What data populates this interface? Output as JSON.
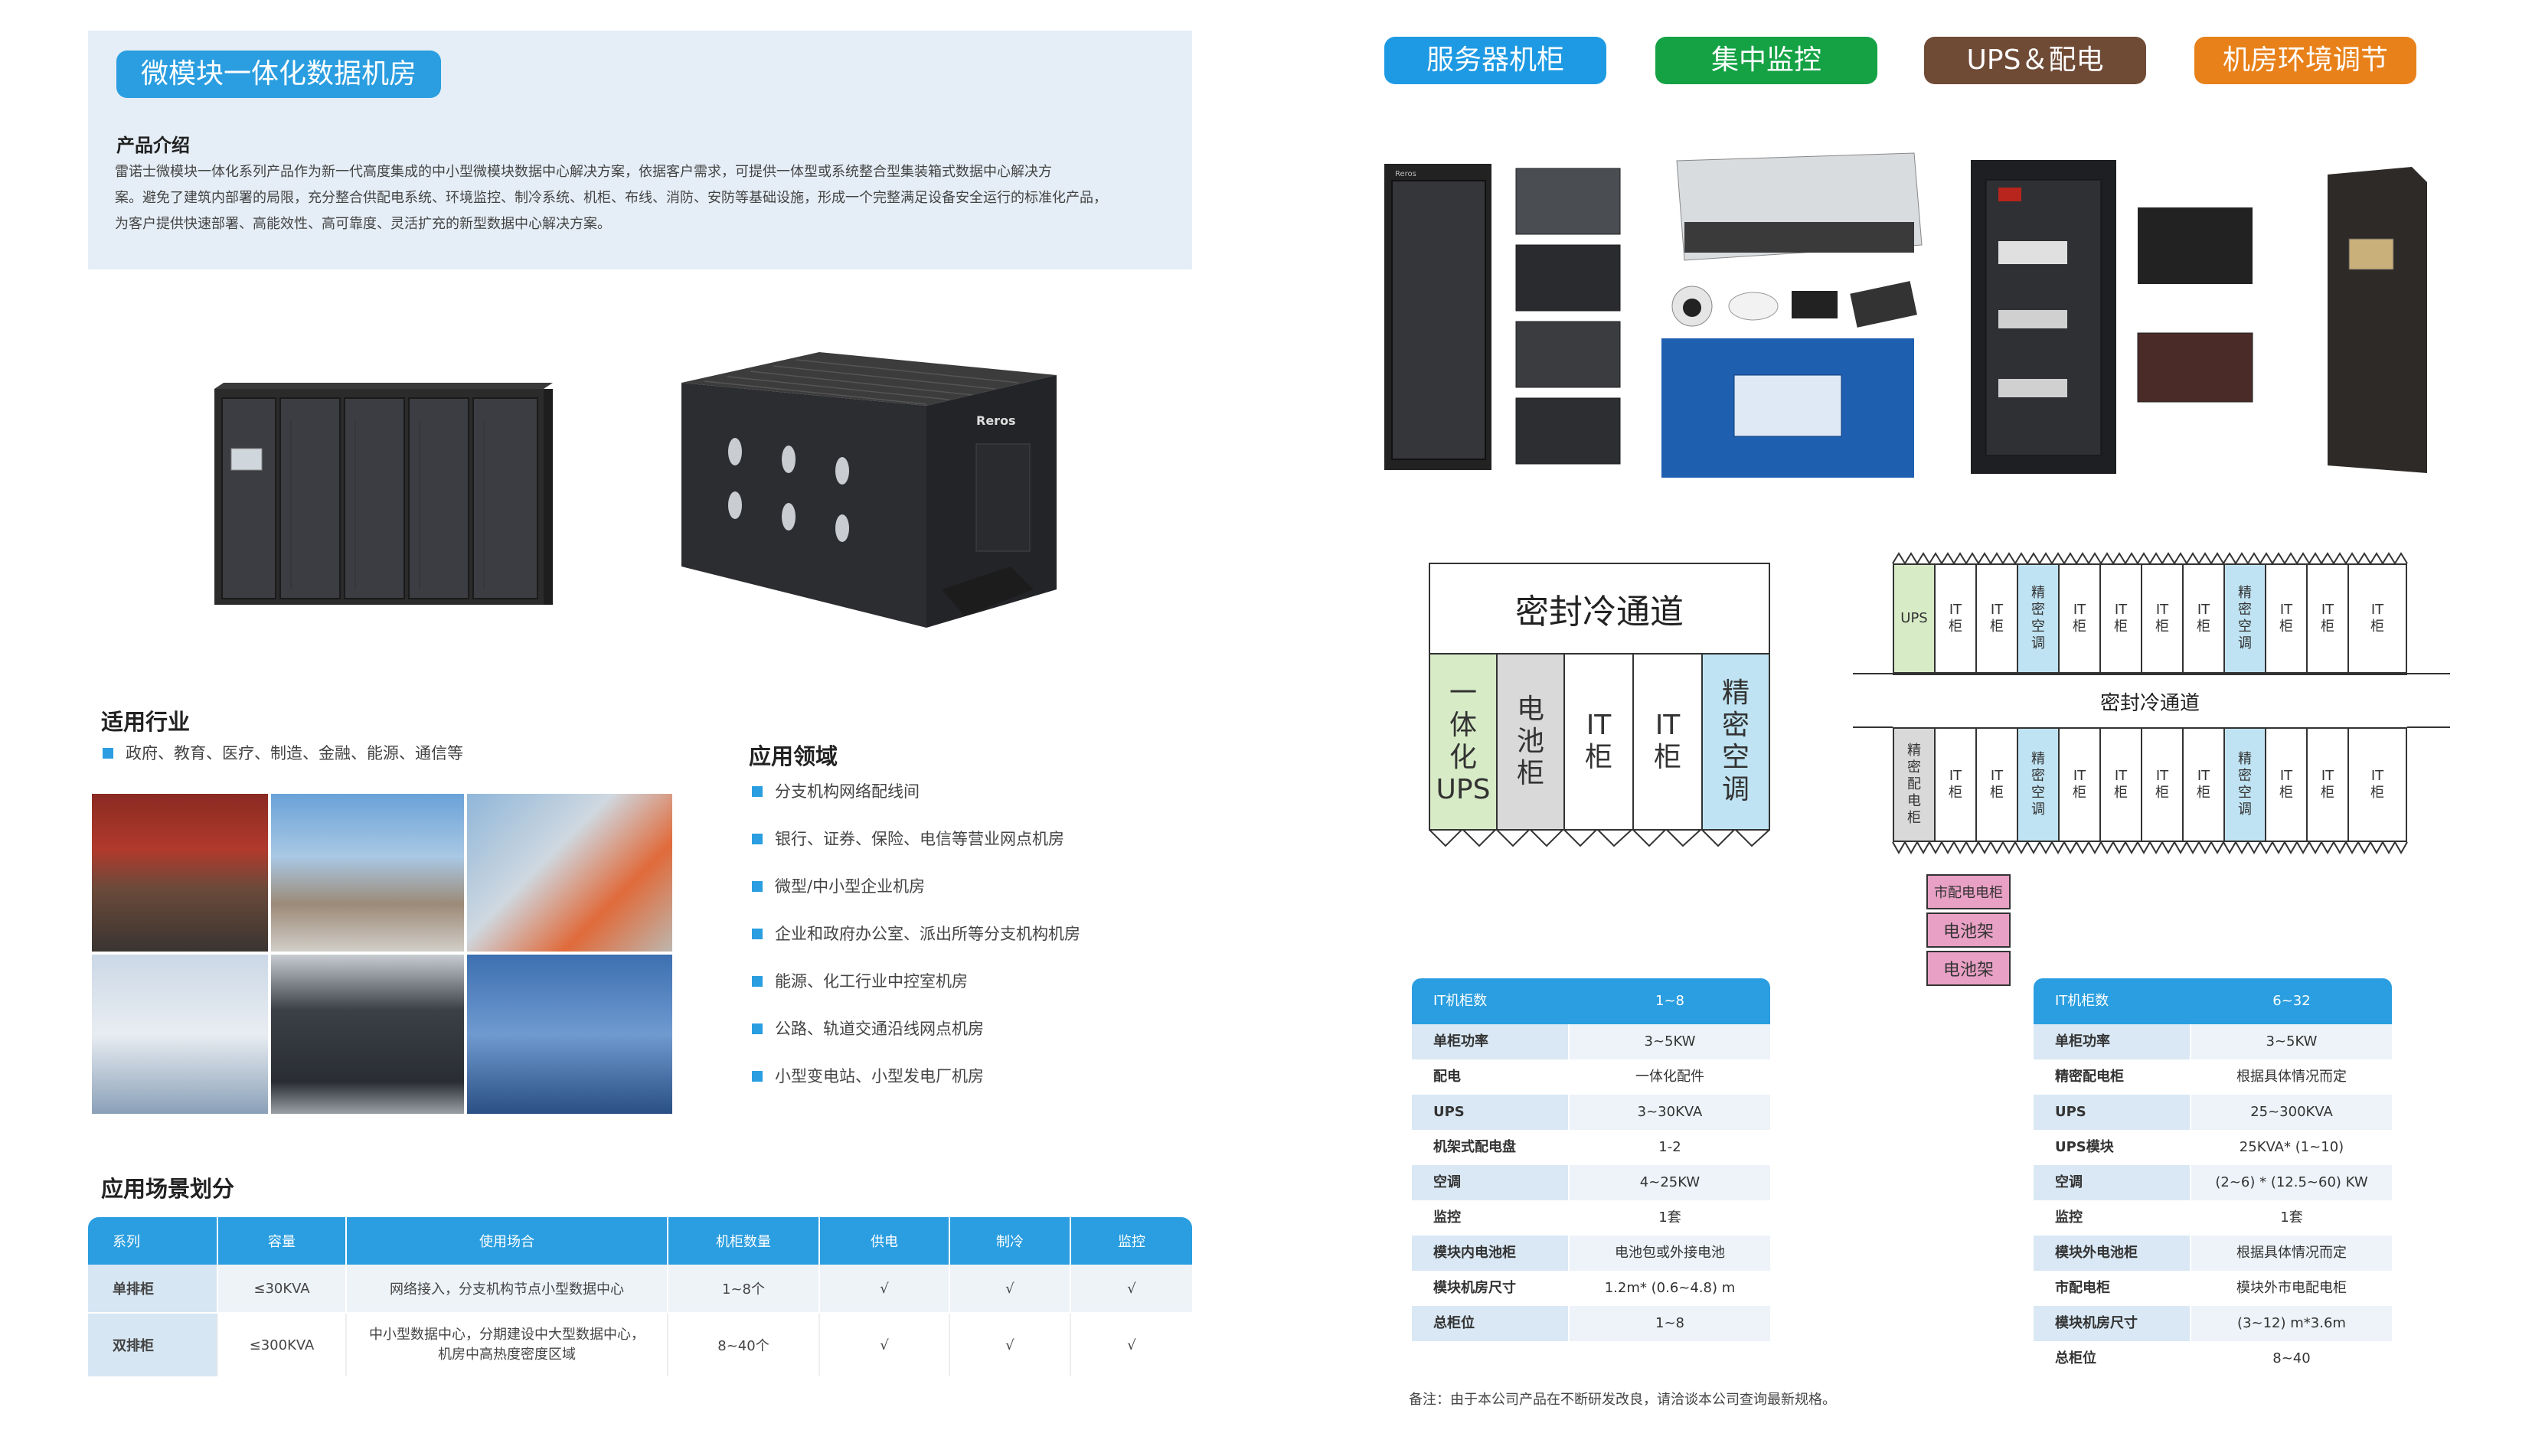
{
  "left": {
    "title": "微模块一体化数据机房",
    "intro": {
      "heading": "产品介绍",
      "lines": [
        "雷诺士微模块一体化系列产品作为新一代高度集成的中小型微模块数据中心解决方案，依据客户需求，可提供一体型或系统整合型集装箱式数据中心解决方",
        "案。避免了建筑内部署的局限，充分整合供配电系统、环境监控、制冷系统、机柜、布线、消防、安防等基础设施，形成一个完整满足设备安全运行的标准化产品，",
        "为客户提供快速部署、高能效性、高可靠度、灵活扩充的新型数据中心解决方案。"
      ]
    },
    "brand_label": "Reros",
    "industries": {
      "heading": "适用行业",
      "items": [
        "政府、教育、医疗、制造、金融、能源、通信等"
      ]
    },
    "applications": {
      "heading": "应用领域",
      "items": [
        "分支机构网络配线间",
        "银行、证券、保险、电信等营业网点机房",
        "微型/中小型企业机房",
        "企业和政府办公室、派出所等分支机构机房",
        "能源、化工行业中控室机房",
        "公路、轨道交通沿线网点机房",
        "小型变电站、小型发电厂机房"
      ]
    },
    "scenario": {
      "heading": "应用场景划分",
      "headers": [
        "系列",
        "容量",
        "使用场合",
        "机柜数量",
        "供电",
        "制冷",
        "监控"
      ],
      "rows": [
        {
          "series": "单排柜",
          "capacity": "≤30KVA",
          "usage": [
            "网络接入，分支机构节点小型数据中心"
          ],
          "count": "1~8个",
          "power": "√",
          "cooling": "√",
          "monitor": "√"
        },
        {
          "series": "双排柜",
          "capacity": "≤300KVA",
          "usage": [
            "中小型数据中心，分期建设中大型数据中心，",
            "机房中高热度密度区域"
          ],
          "count": "8~40个",
          "power": "√",
          "cooling": "√",
          "monitor": "√"
        }
      ]
    }
  },
  "right": {
    "categories": [
      {
        "label": "服务器机柜",
        "color": "#1d9ae3"
      },
      {
        "label": "集中监控",
        "color": "#14a244"
      },
      {
        "label": "UPS＆配电",
        "color": "#6f4a35"
      },
      {
        "label": "机房环境调节",
        "color": "#e8811a"
      }
    ],
    "brand_label": "Reros",
    "single_row_diagram": {
      "corridor": "密封冷通道",
      "cabinets": [
        {
          "label": "一体化UPS",
          "lines": [
            "一",
            "体",
            "化",
            "UPS"
          ],
          "fill": "#d7ebc6"
        },
        {
          "label": "电池柜",
          "lines": [
            "电",
            "池",
            "柜"
          ],
          "fill": "#d9d9d9"
        },
        {
          "label": "IT柜",
          "lines": [
            "IT",
            "柜"
          ],
          "fill": "#ffffff"
        },
        {
          "label": "IT柜",
          "lines": [
            "IT",
            "柜"
          ],
          "fill": "#ffffff"
        },
        {
          "label": "精密空调",
          "lines": [
            "精",
            "密",
            "空",
            "调"
          ],
          "fill": "#bfe3f2"
        }
      ]
    },
    "double_row_diagram": {
      "corridor": "密封冷通道",
      "top_row": [
        {
          "lines": [
            "UPS"
          ],
          "fill": "#d7ebc6"
        },
        {
          "lines": [
            "IT",
            "柜"
          ],
          "fill": "#ffffff"
        },
        {
          "lines": [
            "IT",
            "柜"
          ],
          "fill": "#ffffff"
        },
        {
          "lines": [
            "精",
            "密",
            "空",
            "调"
          ],
          "fill": "#bfe3f2"
        },
        {
          "lines": [
            "IT",
            "柜"
          ],
          "fill": "#ffffff"
        },
        {
          "lines": [
            "IT",
            "柜"
          ],
          "fill": "#ffffff"
        },
        {
          "lines": [
            "IT",
            "柜"
          ],
          "fill": "#ffffff"
        },
        {
          "lines": [
            "IT",
            "柜"
          ],
          "fill": "#ffffff"
        },
        {
          "lines": [
            "精",
            "密",
            "空",
            "调"
          ],
          "fill": "#bfe3f2"
        },
        {
          "lines": [
            "IT",
            "柜"
          ],
          "fill": "#ffffff"
        },
        {
          "lines": [
            "IT",
            "柜"
          ],
          "fill": "#ffffff"
        },
        {
          "lines": [
            "IT",
            "柜"
          ],
          "fill": "#ffffff"
        }
      ],
      "bottom_row": [
        {
          "lines": [
            "精",
            "密",
            "配",
            "电",
            "柜"
          ],
          "fill": "#d9d9d9"
        },
        {
          "lines": [
            "IT",
            "柜"
          ],
          "fill": "#ffffff"
        },
        {
          "lines": [
            "IT",
            "柜"
          ],
          "fill": "#ffffff"
        },
        {
          "lines": [
            "精",
            "密",
            "空",
            "调"
          ],
          "fill": "#bfe3f2"
        },
        {
          "lines": [
            "IT",
            "柜"
          ],
          "fill": "#ffffff"
        },
        {
          "lines": [
            "IT",
            "柜"
          ],
          "fill": "#ffffff"
        },
        {
          "lines": [
            "IT",
            "柜"
          ],
          "fill": "#ffffff"
        },
        {
          "lines": [
            "IT",
            "柜"
          ],
          "fill": "#ffffff"
        },
        {
          "lines": [
            "精",
            "密",
            "空",
            "调"
          ],
          "fill": "#bfe3f2"
        },
        {
          "lines": [
            "IT",
            "柜"
          ],
          "fill": "#ffffff"
        },
        {
          "lines": [
            "IT",
            "柜"
          ],
          "fill": "#ffffff"
        },
        {
          "lines": [
            "IT",
            "柜"
          ],
          "fill": "#ffffff"
        }
      ],
      "extra": [
        {
          "label": "市配电电柜",
          "fill": "#e8a0c4"
        },
        {
          "label": "电池架",
          "fill": "#e8a0c4"
        },
        {
          "label": "电池架",
          "fill": "#e8a0c4"
        }
      ]
    },
    "spec_single": {
      "header": [
        "IT机柜数",
        "1~8"
      ],
      "rows": [
        [
          "单柜功率",
          "3~5KW"
        ],
        [
          "配电",
          "一体化配件"
        ],
        [
          "UPS",
          "3~30KVA"
        ],
        [
          "机架式配电盘",
          "1-2"
        ],
        [
          "空调",
          "4~25KW"
        ],
        [
          "监控",
          "1套"
        ],
        [
          "模块内电池柜",
          "电池包或外接电池"
        ],
        [
          "模块机房尺寸",
          "1.2m* (0.6~4.8) m"
        ],
        [
          "总柜位",
          "1~8"
        ]
      ]
    },
    "spec_double": {
      "header": [
        "IT机柜数",
        "6~32"
      ],
      "rows": [
        [
          "单柜功率",
          "3~5KW"
        ],
        [
          "精密配电柜",
          "根据具体情况而定"
        ],
        [
          "UPS",
          "25~300KVA"
        ],
        [
          "UPS模块",
          "25KVA* (1~10)"
        ],
        [
          "空调",
          "(2~6) * (12.5~60) KW"
        ],
        [
          "监控",
          "1套"
        ],
        [
          "模块外电池柜",
          "根据具体情况而定"
        ],
        [
          "市配电柜",
          "模块外市电配电柜"
        ],
        [
          "模块机房尺寸",
          "(3~12) m*3.6m"
        ],
        [
          "总柜位",
          "8~40"
        ]
      ]
    },
    "note": "备注：由于本公司产品在不断研发改良，请洽谈本公司查询最新规格。"
  }
}
